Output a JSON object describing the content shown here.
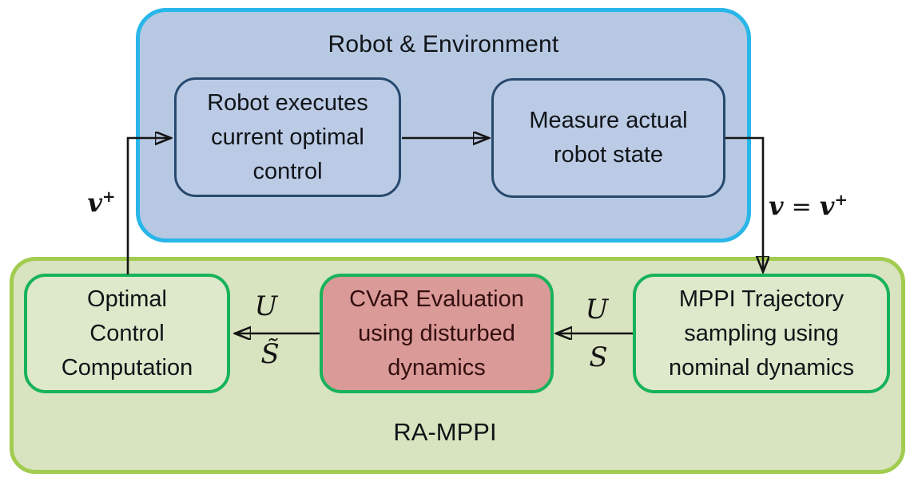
{
  "colors": {
    "robot_env_fill": "#b7c8e2",
    "robot_env_border": "#29b6e9",
    "inner_blue_fill": "#bccbe5",
    "inner_blue_border": "#27496f",
    "ra_mppi_fill": "#d8e3bf",
    "ra_mppi_border": "#a2cc4f",
    "inner_green_fill": "#dee8ca",
    "inner_green_border": "#17b35a",
    "cvar_fill": "#da9a98",
    "cvar_text": "#330f0f",
    "arrow": "#141414",
    "text": "#101418"
  },
  "containers": {
    "robot_env": {
      "title": "Robot & Environment"
    },
    "ra_mppi": {
      "title": "RA-MPPI"
    }
  },
  "boxes": {
    "robot_executes": {
      "text": "Robot executes\ncurrent optimal\ncontrol"
    },
    "measure_state": {
      "text": "Measure actual\nrobot state"
    },
    "optimal_control": {
      "text": "Optimal\nControl\nComputation"
    },
    "cvar_evaluation": {
      "text": "CVaR Evaluation\nusing disturbed\ndynamics"
    },
    "mppi_sampling": {
      "text": "MPPI Trajectory\nsampling using\nnominal dynamics"
    }
  },
  "edge_labels": {
    "v": "v",
    "plus": "+",
    "equals": "=",
    "U": "U",
    "S": "S",
    "S_tilde": "S̃"
  }
}
